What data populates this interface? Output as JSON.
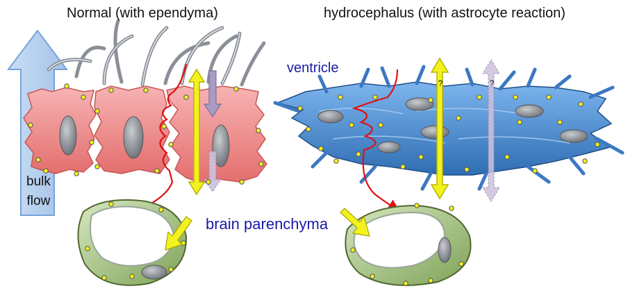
{
  "titles": {
    "normal": "Normal (with ependyma)",
    "hydrocephalus": "hydrocephalus (with astrocyte reaction)"
  },
  "labels": {
    "ventricle": "ventricle",
    "brain_parenchyma": "brain parenchyma",
    "bulk_line1": "bulk",
    "bulk_line2": "flow",
    "question_mark_1": "?",
    "question_mark_2": "?"
  },
  "colors": {
    "ependyma_fill": "#f08a8a",
    "astrocyte_fill": "#4d8fd6",
    "vessel_fill": "#8fb06a",
    "nucleus": "#7a7f86",
    "yellow_arrow": "#f4f21e",
    "lavender_arrow": "#a99bc2",
    "bulk_flow_arrow": "#a9c6ea",
    "label_blue": "#1a1aa6",
    "red_path": "#e01010"
  },
  "icons": {
    "bulk_flow": "up-arrow-icon",
    "transport": "double-arrow-icon",
    "entry": "diagonal-arrow-icon"
  }
}
